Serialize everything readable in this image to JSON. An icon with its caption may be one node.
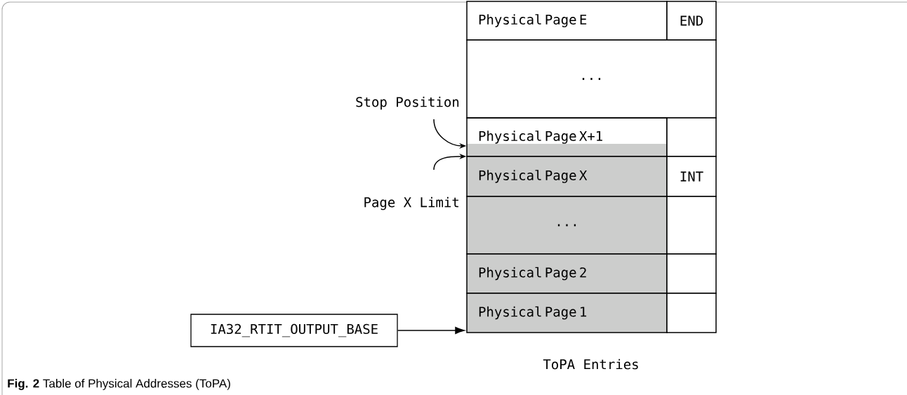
{
  "diagram": {
    "caption": "**Fig. 2** Table of Physical Addresses (ToPA)",
    "nodes": [
      {
        "text": [
          "Physical Page E"
        ]
      },
      {
        "text": [
          "END"
        ]
      },
      {
        "text": [
          "..."
        ]
      },
      {
        "text": [
          "Physical Page X+1"
        ]
      },
      {
        "text": [],
        "shape": "box"
      },
      {
        "text": [
          "Physical Page X"
        ]
      },
      {
        "text": [
          "INT"
        ]
      },
      {
        "text": [
          "..."
        ]
      },
      {
        "text": [],
        "shape": "box"
      },
      {
        "text": [
          "Physical Page 2"
        ]
      },
      {
        "text": [],
        "shape": "box"
      },
      {
        "text": [
          "Physical Page 1"
        ]
      },
      {
        "text": [],
        "shape": "box"
      },
      {
        "text": [
          "IA32_RTIT_OUTPUT_BASE"
        ]
      },
      {
        "text": [
          "Stop Position"
        ]
      },
      {
        "text": [
          "Page X Limit"
        ]
      }
    ],
    "edges": [
      {
        "from": 13,
        "to": 11,
        "arrow": "to"
      },
      {
        "from": 14,
        "to": 3,
        "arrow": "to"
      },
      {
        "from": 15,
        "to": 5,
        "arrow": "to"
      }
    ],
    "labels": [
      "ToPA Entries"
    ]
  }
}
